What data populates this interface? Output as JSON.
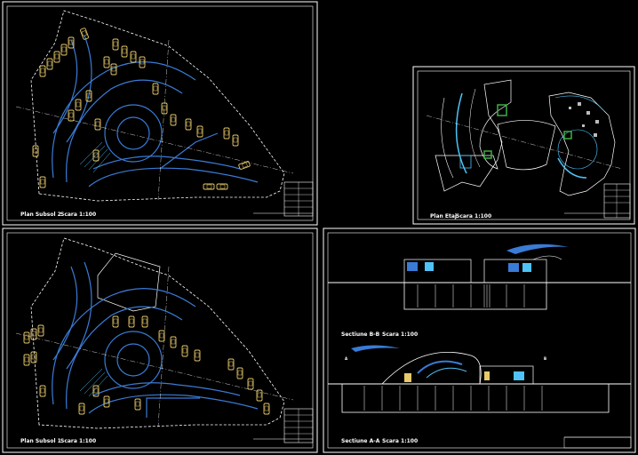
{
  "sheets": {
    "top_left": {
      "title": "Plan Subsol 2",
      "scale": "Scara 1:100"
    },
    "top_right": {
      "title": "Plan Etaj",
      "scale": "Scara 1:100"
    },
    "bottom_left": {
      "title": "Plan Subsol 1",
      "scale": "Scara 1:100"
    },
    "section_b": {
      "title": "Sectiune B-B",
      "scale": "Scara 1:100"
    },
    "section_a": {
      "title": "Sectiune A-A",
      "scale": "Scara 1:100"
    }
  },
  "markers": {
    "a": "A",
    "b": "B"
  },
  "colors": {
    "background": "#000000",
    "frame": "#ffffff",
    "parking": "#e6c96b",
    "ramp": "#3a7bd5",
    "detail": "#4fc3f7",
    "green": "#3cb043"
  }
}
